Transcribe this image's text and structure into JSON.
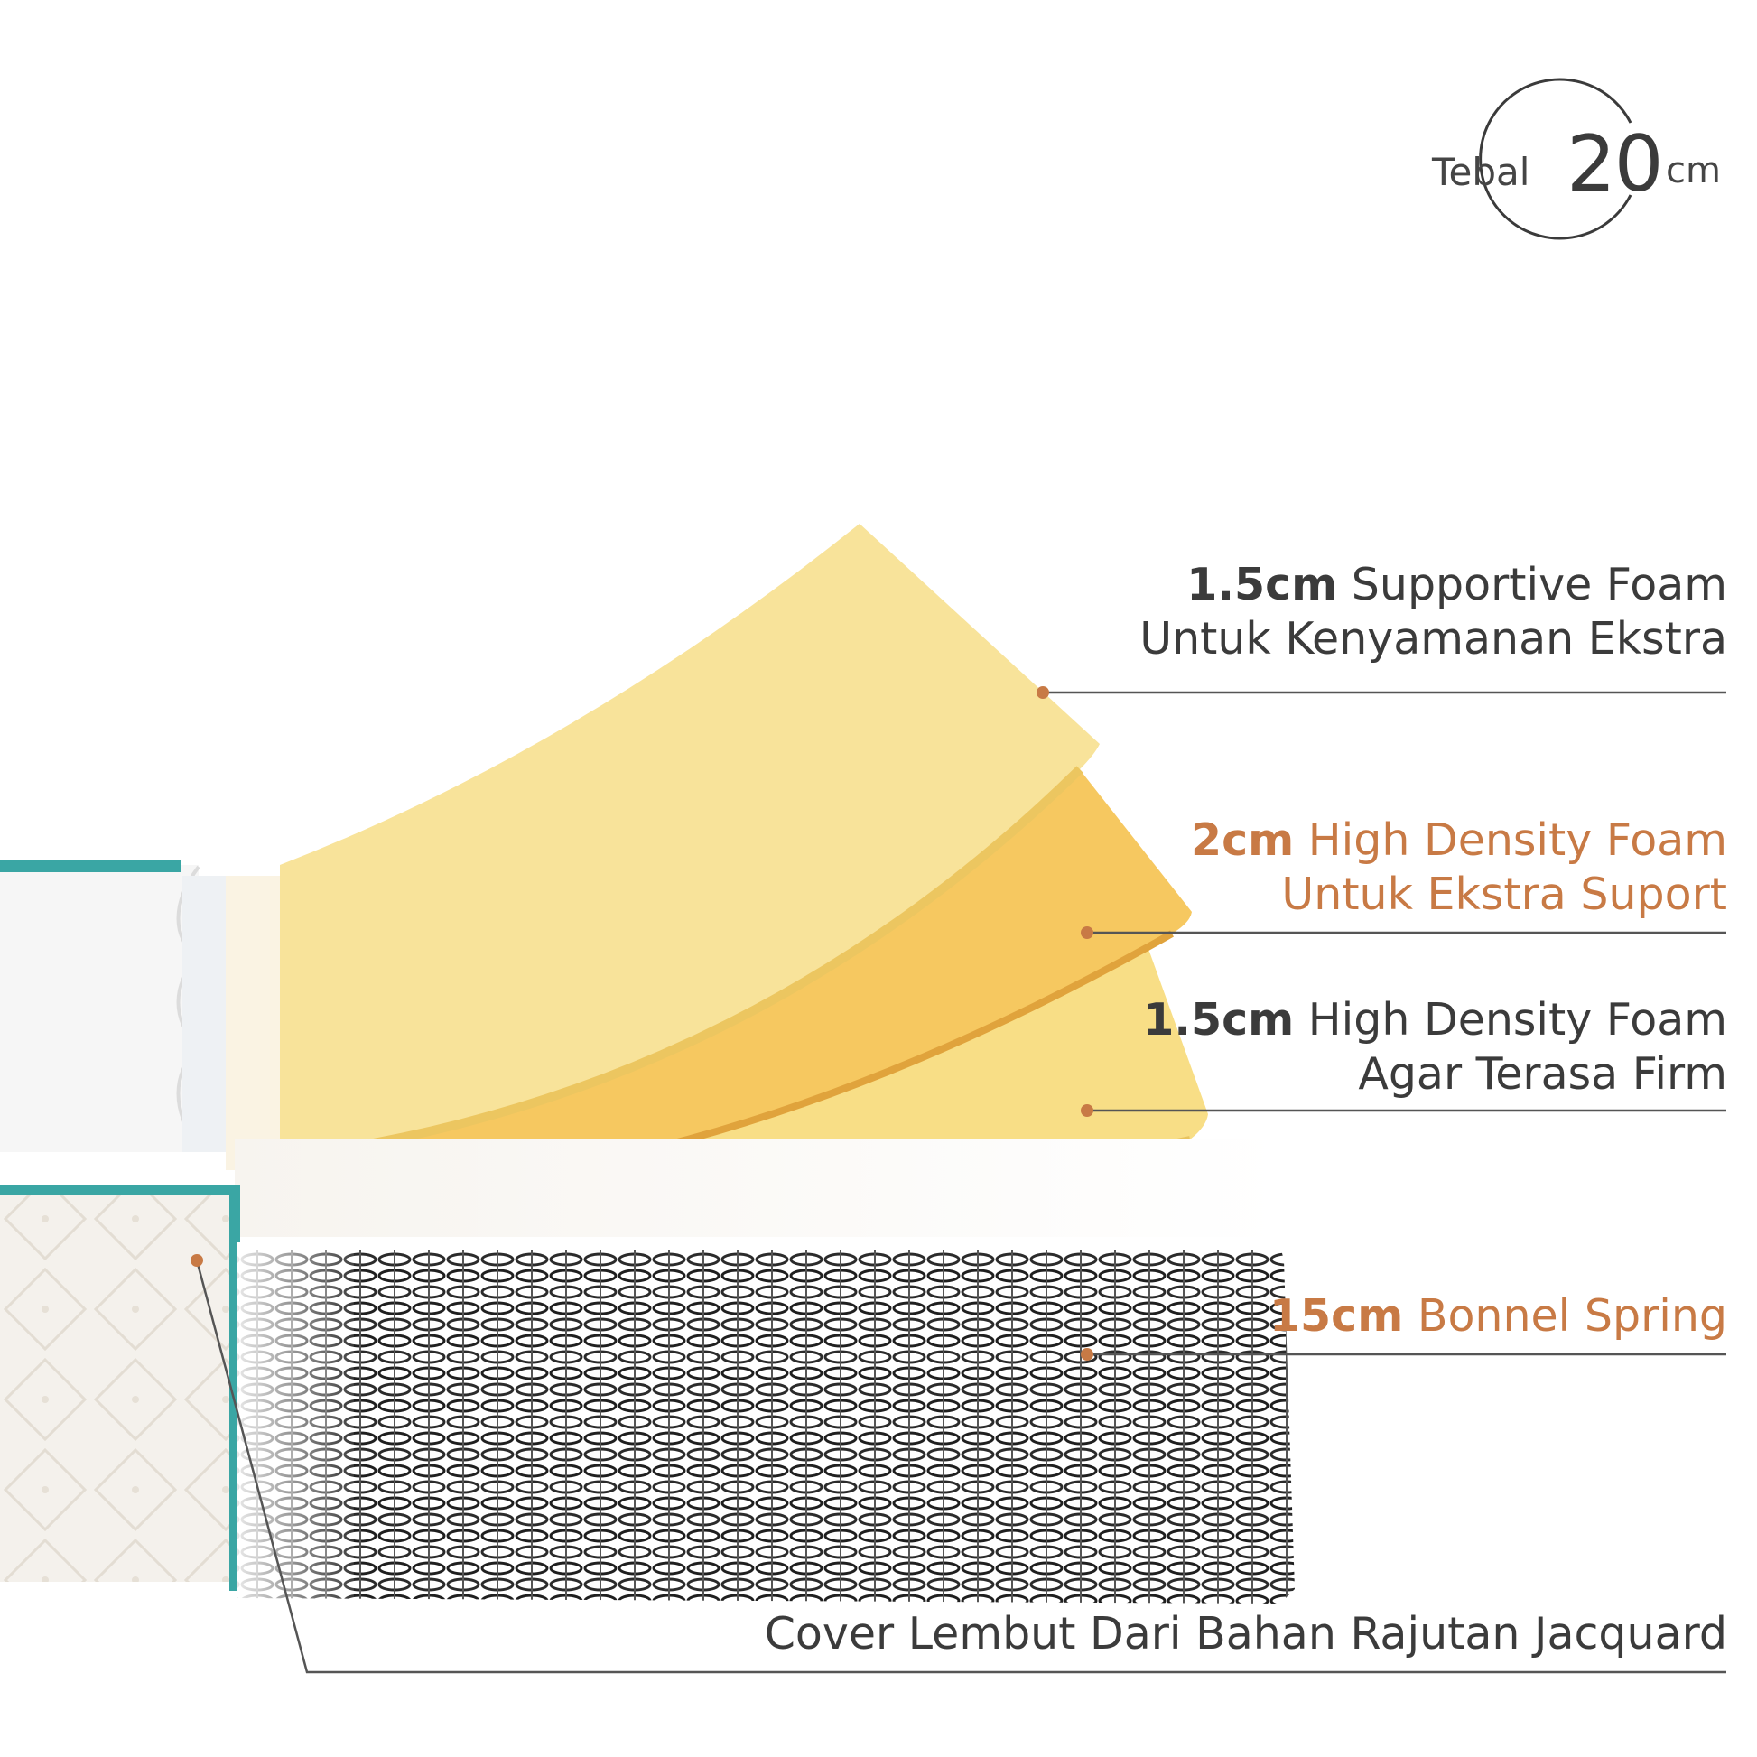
{
  "thickness": {
    "word": "Tebal",
    "value": "20",
    "unit": "cm"
  },
  "layers": [
    {
      "thickness": "1.5cm",
      "line1": "Supportive Foam",
      "line2": "Untuk Kenyamanan Ekstra"
    },
    {
      "thickness": "2cm",
      "line1": "High Density Foam",
      "line2": "Untuk Ekstra Suport"
    },
    {
      "thickness": "1.5cm",
      "line1": "High Density Foam",
      "line2": "Agar Terasa Firm"
    },
    {
      "thickness": "15cm",
      "line1": "Bonnel Spring"
    },
    {
      "line1": "Cover Lembut Dari Bahan Rajutan Jacquard"
    }
  ],
  "colors": {
    "accent": "#c87a45",
    "text": "#3b3b3b",
    "foam_top": "#f8e39a",
    "foam_mid": "#f6c860",
    "foam_bottom": "#f8de86",
    "trim": "#3aa6a4",
    "spring": "#222222"
  }
}
